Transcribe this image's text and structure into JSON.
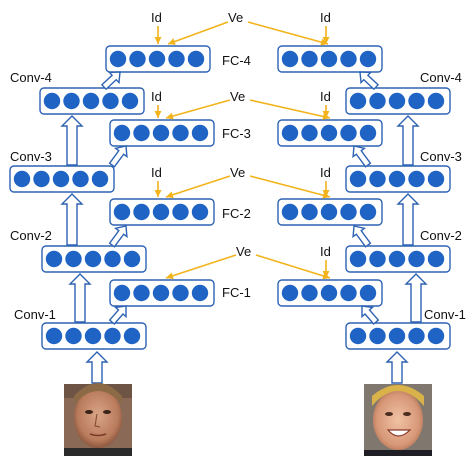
{
  "colors": {
    "unit_fill": "#1f64c4",
    "box_stroke": "#2e62b3",
    "signal": "#f2b31b"
  },
  "icons": {
    "face_left": "face-photo-icon",
    "face_right": "face-photo-icon"
  },
  "labels": {
    "conv1": "Conv-1",
    "conv2": "Conv-2",
    "conv3": "Conv-3",
    "conv4": "Conv-4",
    "fc1": "FC-1",
    "fc2": "FC-2",
    "fc3": "FC-3",
    "fc4": "FC-4",
    "id": "Id",
    "ve": "Ve"
  }
}
